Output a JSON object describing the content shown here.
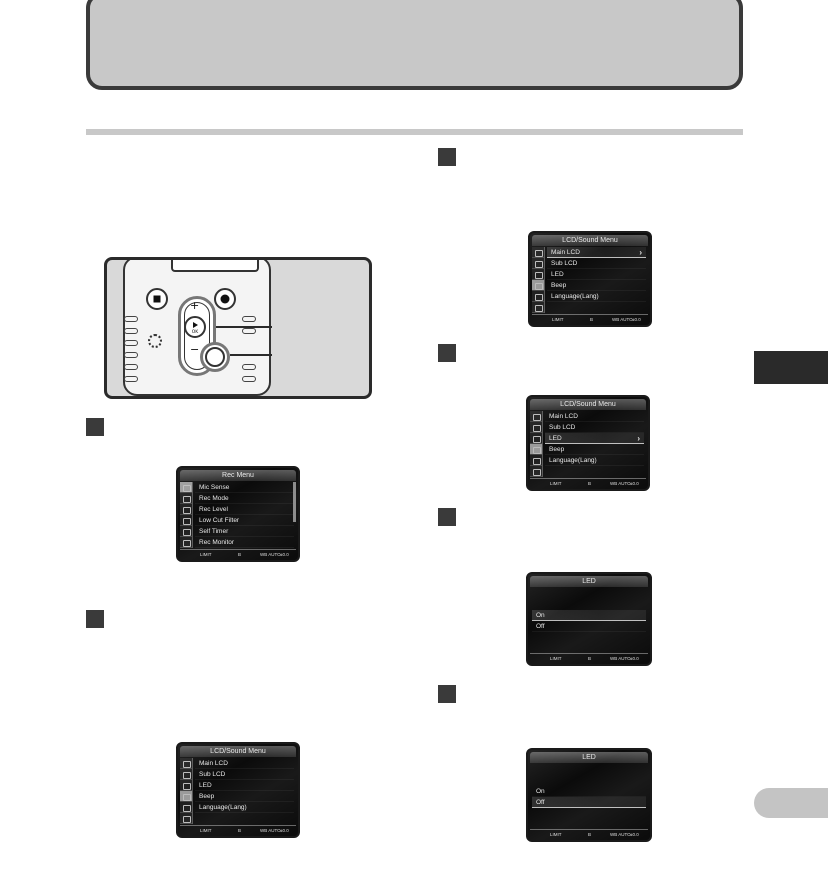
{
  "device": {
    "plus_symbol": "+",
    "minus_symbol": "−",
    "ok_label": "▶\nOK",
    "icons": [
      "stop-icon",
      "record-icon",
      "play-ok-icon",
      "menu-button",
      "hold-icon"
    ]
  },
  "screens": {
    "rec_menu": {
      "title": "Rec Menu",
      "items": [
        "Mic Sense",
        "Rec Mode",
        "Rec Level",
        "Low Cut Filter",
        "Self Timer",
        "Rec Monitor"
      ],
      "selected_index": 0
    },
    "lcd_sound_a": {
      "title": "LCD/Sound Menu",
      "items": [
        "Main LCD",
        "Sub LCD",
        "LED",
        "Beep",
        "Language(Lang)"
      ],
      "selected_index": -1
    },
    "lcd_sound_b": {
      "title": "LCD/Sound Menu",
      "items": [
        "Main LCD",
        "Sub LCD",
        "LED",
        "Beep",
        "Language(Lang)"
      ],
      "selected_index": 0
    },
    "lcd_sound_c": {
      "title": "LCD/Sound Menu",
      "items": [
        "Main LCD",
        "Sub LCD",
        "LED",
        "Beep",
        "Language(Lang)"
      ],
      "selected_index": 2
    },
    "led_a": {
      "title": "LED",
      "items": [
        "On",
        "Off"
      ],
      "selected_index": 0
    },
    "led_b": {
      "title": "LED",
      "items": [
        "On",
        "Off"
      ],
      "selected_index": 1
    },
    "status": {
      "limit": "LIMIT",
      "battery": "B",
      "wb": "WB\nAUTO",
      "ev": "±0.0"
    }
  },
  "colors": {
    "header_fill": "#c8c8c8",
    "header_border": "#3a3a3a",
    "step_box": "#3a3a3a",
    "lcd_bg": "#0b0b0b"
  }
}
